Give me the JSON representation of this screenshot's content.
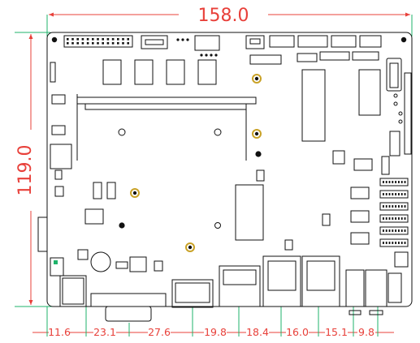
{
  "dimensions": {
    "width_label": "158.0",
    "height_label": "119.0",
    "bottom_segments": [
      "11.6",
      "23.1",
      "27.6",
      "19.8",
      "18.4",
      "16.0",
      "15.1",
      "9.8"
    ]
  },
  "colors": {
    "dimension_text": "#e8403a",
    "extension_lines": "#1fb36b",
    "board_outline": "#111111",
    "mount_hole_gold": "#c9a227"
  }
}
